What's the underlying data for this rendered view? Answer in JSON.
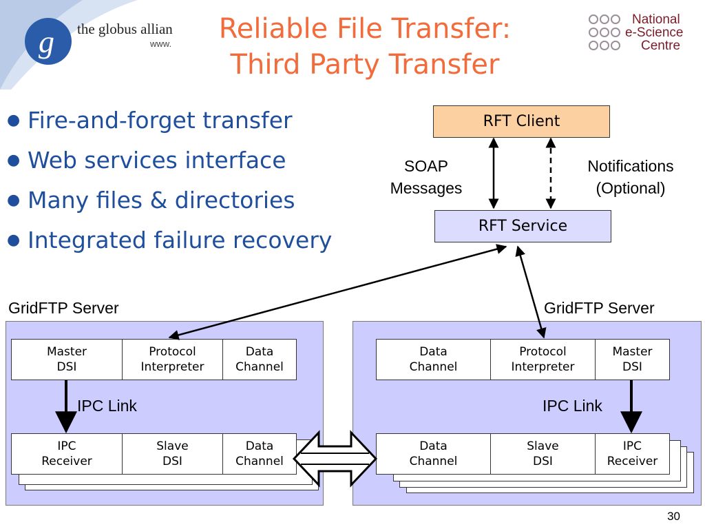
{
  "header": {
    "logo_text": "the globus allian",
    "logo_url": "www.",
    "logo_letter": "g",
    "title_line1": "Reliable File Transfer:",
    "title_line2": "Third Party Transfer",
    "partner_logo": [
      "National",
      "e-Science",
      "Centre"
    ]
  },
  "bullets": [
    "Fire-and-forget transfer",
    "Web services interface",
    "Many files & directories",
    "Integrated failure recovery"
  ],
  "diagram": {
    "rft_client": "RFT Client",
    "rft_service": "RFT Service",
    "soap": [
      "SOAP",
      "Messages"
    ],
    "notifications": [
      "Notifications",
      "(Optional)"
    ],
    "left_server": {
      "title": "GridFTP Server",
      "top_cells": [
        [
          "Master",
          "DSI"
        ],
        [
          "Protocol",
          "Interpreter"
        ],
        [
          "Data",
          "Channel"
        ]
      ],
      "ipc_link": "IPC Link",
      "bottom_cells": [
        [
          "IPC",
          "Receiver"
        ],
        [
          "Slave",
          "DSI"
        ],
        [
          "Data",
          "Channel"
        ]
      ]
    },
    "right_server": {
      "title": "GridFTP Server",
      "top_cells": [
        [
          "Data",
          "Channel"
        ],
        [
          "Protocol",
          "Interpreter"
        ],
        [
          "Master",
          "DSI"
        ]
      ],
      "ipc_link": "IPC Link",
      "bottom_cells": [
        [
          "Data",
          "Channel"
        ],
        [
          "Slave",
          "DSI"
        ],
        [
          "IPC",
          "Receiver"
        ]
      ]
    }
  },
  "page_number": "30",
  "colors": {
    "title": "#f26b3a",
    "bullet_text": "#1f4e9c",
    "client_fill": "#fdd0a2",
    "service_fill": "#dcdcff",
    "panel_fill": "#ccccff"
  }
}
